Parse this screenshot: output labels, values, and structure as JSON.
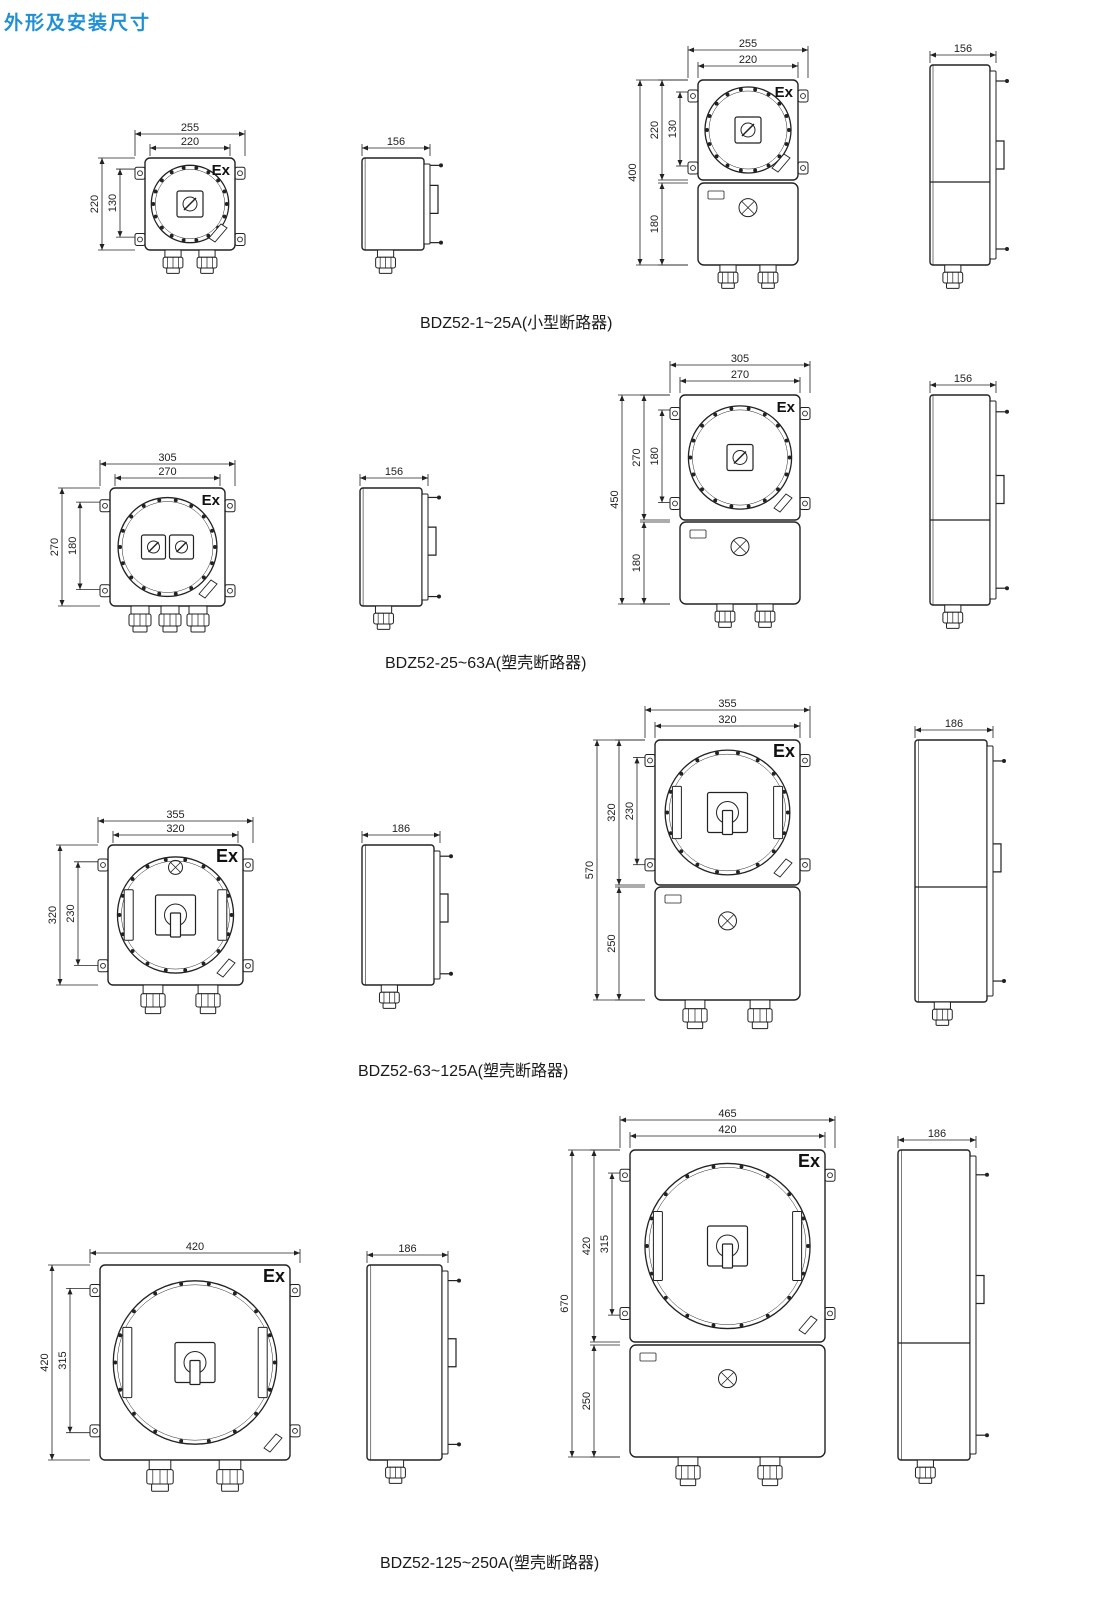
{
  "page": {
    "title": "外形及安装尺寸"
  },
  "ex_mark": "Ex",
  "colors": {
    "title": "#1f8fd6",
    "line": "#222222"
  },
  "rows": [
    {
      "caption": "BDZ52-1~25A(小型断路器)",
      "single": {
        "overall_width": "255",
        "hole_width": "220",
        "overall_height": "220",
        "hole_height": "130"
      },
      "side": {
        "depth": "156"
      },
      "combo": {
        "overall_width": "255",
        "hole_width": "220",
        "total_height": "400",
        "upper_height": "220",
        "hole_height": "130",
        "lower_height": "180"
      },
      "combo_side": {
        "depth": "156"
      }
    },
    {
      "caption": "BDZ52-25~63A(塑壳断路器)",
      "single": {
        "overall_width": "305",
        "hole_width": "270",
        "overall_height": "270",
        "hole_height": "180"
      },
      "side": {
        "depth": "156"
      },
      "combo": {
        "overall_width": "305",
        "hole_width": "270",
        "total_height": "450",
        "upper_height": "270",
        "hole_height": "180",
        "lower_height": "180"
      },
      "combo_side": {
        "depth": "156"
      }
    },
    {
      "caption": "BDZ52-63~125A(塑壳断路器)",
      "single": {
        "overall_width": "355",
        "hole_width": "320",
        "overall_height": "320",
        "hole_height": "230"
      },
      "side": {
        "depth": "186"
      },
      "combo": {
        "overall_width": "355",
        "hole_width": "320",
        "total_height": "570",
        "upper_height": "320",
        "hole_height": "230",
        "lower_height": "250"
      },
      "combo_side": {
        "depth": "186"
      }
    },
    {
      "caption": "BDZ52-125~250A(塑壳断路器)",
      "single": {
        "overall_width": "420",
        "overall_height": "420",
        "hole_height": "315"
      },
      "side": {
        "depth": "186"
      },
      "combo": {
        "overall_width": "465",
        "hole_width": "420",
        "total_height": "670",
        "upper_height": "420",
        "hole_height": "315",
        "lower_height": "250"
      },
      "combo_side": {
        "depth": "186"
      }
    }
  ]
}
